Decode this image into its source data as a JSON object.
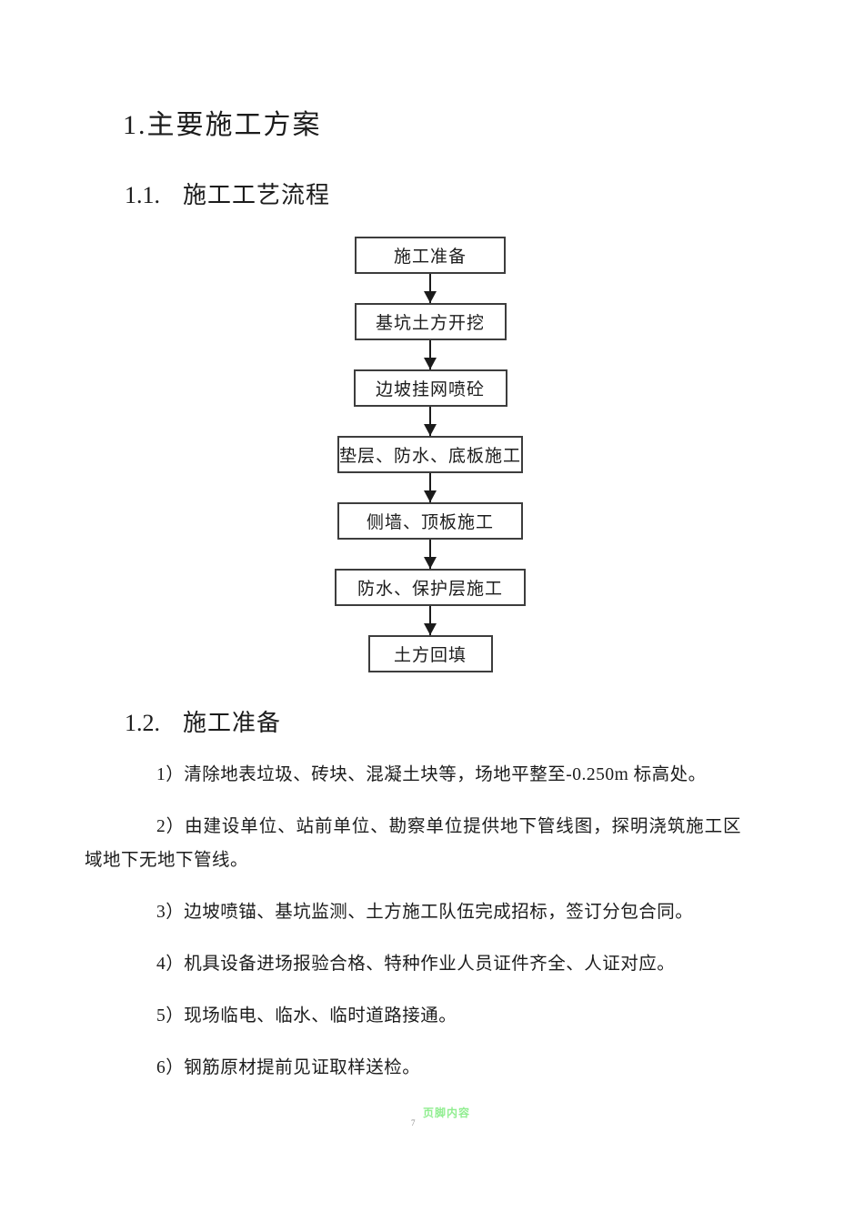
{
  "page": {
    "title": "1.主要施工方案",
    "sections": {
      "s11": {
        "number": "1.1.",
        "title": "施工工艺流程"
      },
      "s12": {
        "number": "1.2.",
        "title": "施工准备"
      }
    },
    "flowchart": {
      "steps": [
        "施工准备",
        "基坑土方开挖",
        "边坡挂网喷砼",
        "垫层、防水、底板施工",
        "侧墙、顶板施工",
        "防水、保护层施工",
        "土方回填"
      ]
    },
    "preparation_items": [
      "1）清除地表垃圾、砖块、混凝土块等，场地平整至-0.250m 标高处。",
      "2）由建设单位、站前单位、勘察单位提供地下管线图，探明浇筑施工区域地下无地下管线。",
      "3）边坡喷锚、基坑监测、土方施工队伍完成招标，签订分包合同。",
      "4）机具设备进场报验合格、特种作业人员证件齐全、人证对应。",
      "5）现场临电、临水、临时道路接通。",
      "6）钢筋原材提前见证取样送检。"
    ],
    "footer": {
      "note": "页脚内容",
      "page_number": "7"
    },
    "colors": {
      "footer_note_green": "#90EE90",
      "box_border": "#3d3d3d",
      "text": "#1c1c1c"
    }
  }
}
